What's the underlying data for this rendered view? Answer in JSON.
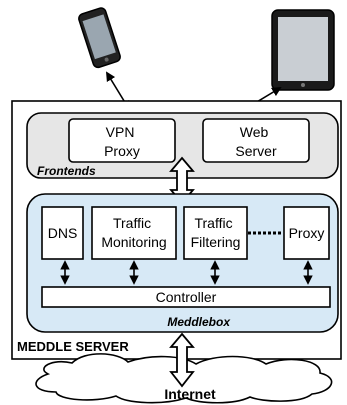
{
  "frontends": {
    "label": "Frontends",
    "vpn_proxy": [
      "VPN",
      "Proxy"
    ],
    "web_server": [
      "Web",
      "Server"
    ]
  },
  "middlebox": {
    "label": "Meddlebox",
    "dns": "DNS",
    "traffic_monitoring": [
      "Traffic",
      "Monitoring"
    ],
    "traffic_filtering": [
      "Traffic",
      "Filtering"
    ],
    "proxy": "Proxy",
    "controller": "Controller"
  },
  "server_label": "MEDDLE SERVER",
  "internet_label": "Internet",
  "colors": {
    "frontends_fill": "#e6e6e6",
    "middlebox_fill": "#d7e9f6",
    "outline": "#000000"
  },
  "devices": [
    "smartphone-icon",
    "tablet-icon"
  ]
}
